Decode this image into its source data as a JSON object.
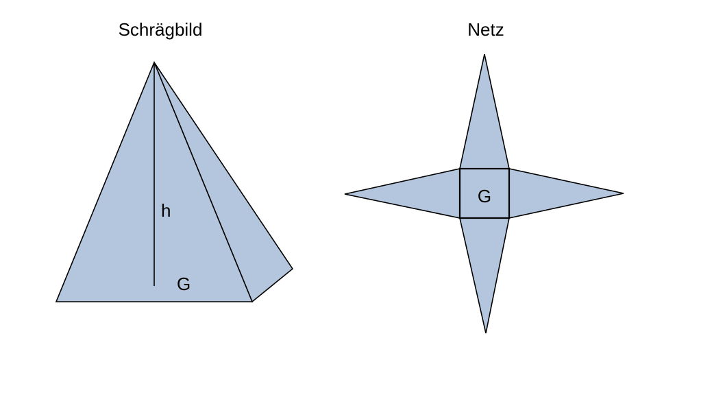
{
  "schraegbild": {
    "title": "Schrägbild",
    "height_label": "h",
    "base_label": "G"
  },
  "netz": {
    "title": "Netz",
    "base_label": "G"
  },
  "colors": {
    "face_fill": "#b4c6dd",
    "stroke": "#000000",
    "background": "#ffffff"
  }
}
